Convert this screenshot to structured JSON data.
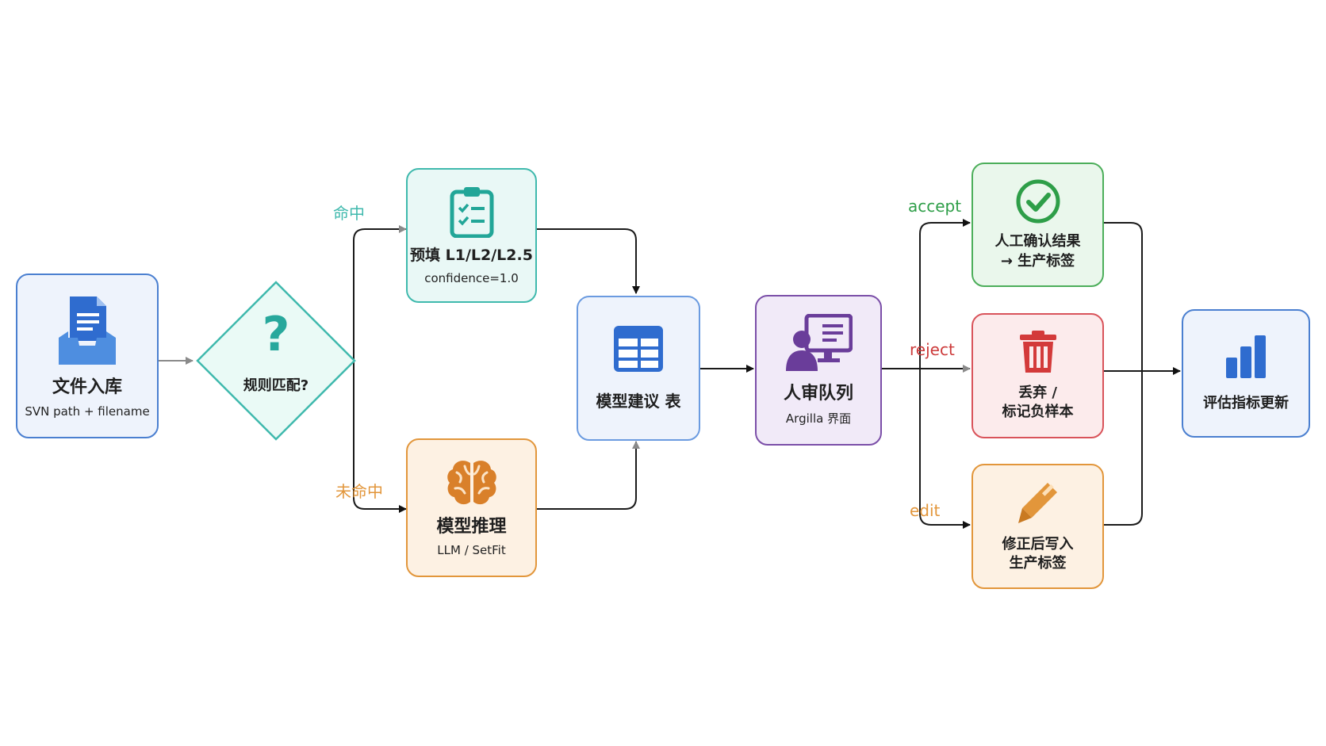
{
  "nodes": {
    "intake": {
      "title": "文件入库",
      "subtitle": "SVN path + filename"
    },
    "rule": {
      "title": "规则匹配?"
    },
    "prefill": {
      "title": "预填 L1/L2/L2.5",
      "subtitle": "confidence=1.0"
    },
    "model": {
      "title": "模型推理",
      "subtitle": "LLM / SetFit"
    },
    "suggest": {
      "title": "模型建议 表"
    },
    "review": {
      "title": "人审队列",
      "subtitle": "Argilla 界面"
    },
    "accept": {
      "title": "人工确认结果\n→ 生产标签"
    },
    "reject": {
      "title": "丢弃 /\n标记负样本"
    },
    "edit": {
      "title": "修正后写入\n生产标签"
    },
    "eval": {
      "title": "评估指标更新"
    }
  },
  "edges": {
    "hit": "命中",
    "miss": "未命中",
    "accept": "accept",
    "reject": "reject",
    "edit": "edit"
  },
  "icons": {
    "intake": "document-inbox-icon",
    "rule": "question-mark-icon",
    "prefill": "clipboard-checklist-icon",
    "model": "brain-icon",
    "suggest": "table-icon",
    "review": "reviewer-screen-icon",
    "accept": "check-circle-icon",
    "reject": "trash-icon",
    "edit": "pencil-icon",
    "eval": "bar-chart-icon"
  },
  "colors": {
    "blue": "#4a7fd0",
    "teal": "#3fb9ad",
    "orange": "#e2963b",
    "purple": "#7b4fa8",
    "green": "#4cae5a",
    "red": "#d9535a"
  }
}
